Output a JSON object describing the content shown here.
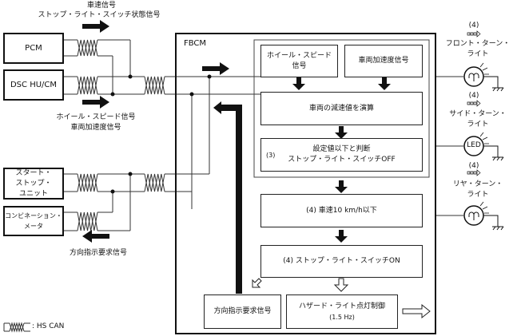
{
  "ecus": {
    "pcm": "PCM",
    "dsc": "DSC HU/CM",
    "start_stop": "スタート・\nストップ・\nユニット",
    "combination_meter": "コンビネーション・\nメータ",
    "fbcm": "FBCM"
  },
  "signals": {
    "pcm_line1": "車速信号",
    "pcm_line2": "ストップ・ライト・スイッチ状態信号",
    "dsc_line1": "ホイール・スピード信号",
    "dsc_line2": "車両加速度信号",
    "meter_signal": "方向指示要求信号"
  },
  "flow": {
    "wheel_speed": "ホイール・スピード\n信号",
    "vehicle_accel": "車両加速度信号",
    "calc_decel": "車両の減速値を演算",
    "step3_tag": "(3)",
    "step3_line1": "設定値以下と判断",
    "step3_line2": "ストップ・ライト・スイッチOFF",
    "step4a": "(4) 車速10 km/h以下",
    "step4b": "(4) ストップ・ライト・スイッチON",
    "turn_request": "方向指示要求信号",
    "hazard_line1": "ハザード・ライト点灯制御",
    "hazard_line2": "(1.5 Hz)"
  },
  "lamps": [
    {
      "tag": "(4)",
      "name": "フロント・ターン・\nライト",
      "type": "bulb"
    },
    {
      "tag": "(4)",
      "name": "サイド・ターン・\nライト",
      "type": "LED",
      "symbol_text": "LED"
    },
    {
      "tag": "(4)",
      "name": "リヤ・ターン・\nライト",
      "type": "bulb"
    }
  ],
  "legend": {
    "label": ": HS CAN"
  }
}
